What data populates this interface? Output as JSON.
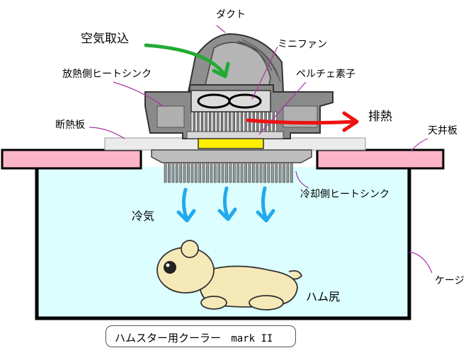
{
  "labels": {
    "duct": "ダクト",
    "air_intake": "空気取込",
    "mini_fan": "ミニファン",
    "hot_heatsink": "放熱側ヒートシンク",
    "peltier": "ペルチェ素子",
    "exhaust": "排熱",
    "insulation": "断熱板",
    "ceiling": "天井板",
    "cold_heatsink": "冷却側ヒートシンク",
    "cold_air": "冷気",
    "cage": "ケージ",
    "hamster": "ハム尻"
  },
  "caption": {
    "title": "ハムスター用クーラー",
    "model": "mark II"
  },
  "colors": {
    "cage_fill": "#dcfefe",
    "ceiling_fill": "#fbb4c8",
    "insulation_fill": "#ebebeb",
    "housing_fill": "#8a8a8a",
    "peltier_fill": "#ffee00",
    "hamster_fill": "#f6e9b8",
    "arrow_intake": "#22aa33",
    "arrow_exhaust": "#ee1111",
    "arrow_cold": "#22aaee",
    "leader_line": "#aa33aa"
  }
}
